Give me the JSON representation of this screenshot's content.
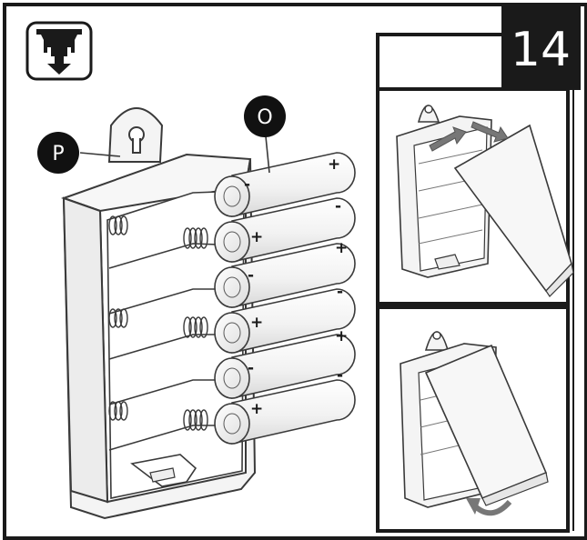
{
  "step": {
    "number": "14"
  },
  "labels": {
    "battery_pack": "O",
    "holder": "P"
  },
  "polarity": {
    "positive": "+",
    "negative": "-"
  },
  "icons": {
    "ceiling_mount": "ceiling-mount-install-icon"
  },
  "colors": {
    "frame": "#1a1a1a",
    "step_badge_bg": "#1a1a1a",
    "step_badge_text": "#ffffff",
    "callout_bg": "#111111",
    "arrow": "#777777",
    "outline": "#3a3a3a",
    "fill": "#f4f4f4"
  }
}
